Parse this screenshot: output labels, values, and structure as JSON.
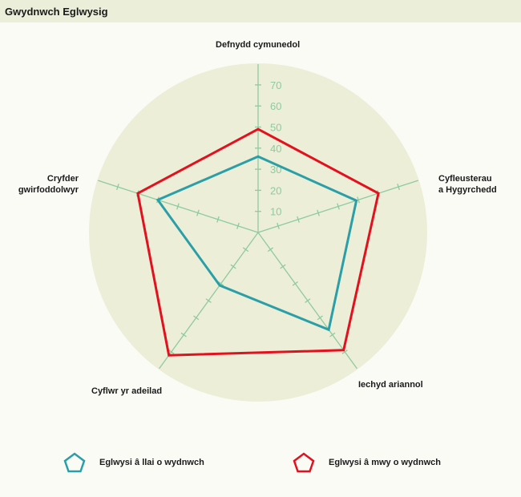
{
  "header": {
    "title": "Gwydnwch Eglwysig"
  },
  "colors": {
    "background": "#fbfbf6",
    "header": "#ebeed9",
    "disc": "#eceed7",
    "axis": "#8fcaa0",
    "tick_label": "#8fcaa0",
    "series_less": "#2a9fa8",
    "series_more": "#e3101e"
  },
  "axes": [
    {
      "label": "Defnydd cymunedol"
    },
    {
      "label_line1": "Cyfleusterau",
      "label_line2": "a Hygyrchedd"
    },
    {
      "label": "Iechyd ariannol"
    },
    {
      "label": "Cyflwr yr adeilad"
    },
    {
      "label_line1": "Cryfder",
      "label_line2": "gwirfoddolwyr"
    }
  ],
  "ticks": [
    "10",
    "20",
    "30",
    "40",
    "50",
    "60",
    "70"
  ],
  "legend": [
    {
      "label": "Eglwysi â llai o wydnwch",
      "color": "#2a9fa8"
    },
    {
      "label": "Eglwysi â mwy o wydnwch",
      "color": "#e3101e"
    }
  ],
  "chart_data": {
    "type": "radar",
    "title": "Gwydnwch Eglwysig",
    "categories": [
      "Defnydd cymunedol",
      "Cyfleusterau a Hygyrchedd",
      "Iechyd ariannol",
      "Cyflwr yr adeilad",
      "Cryfder gwirfoddolwyr"
    ],
    "series": [
      {
        "name": "Eglwysi â llai o wydnwch",
        "color": "#2a9fa8",
        "values": [
          36,
          49,
          57,
          31,
          50
        ]
      },
      {
        "name": "Eglwysi â mwy o wydnwch",
        "color": "#e3101e",
        "values": [
          49,
          60,
          69,
          72,
          60
        ]
      }
    ],
    "radial_ticks": [
      10,
      20,
      30,
      40,
      50,
      60,
      70
    ],
    "rlim": [
      0,
      80
    ],
    "legend_position": "bottom"
  }
}
